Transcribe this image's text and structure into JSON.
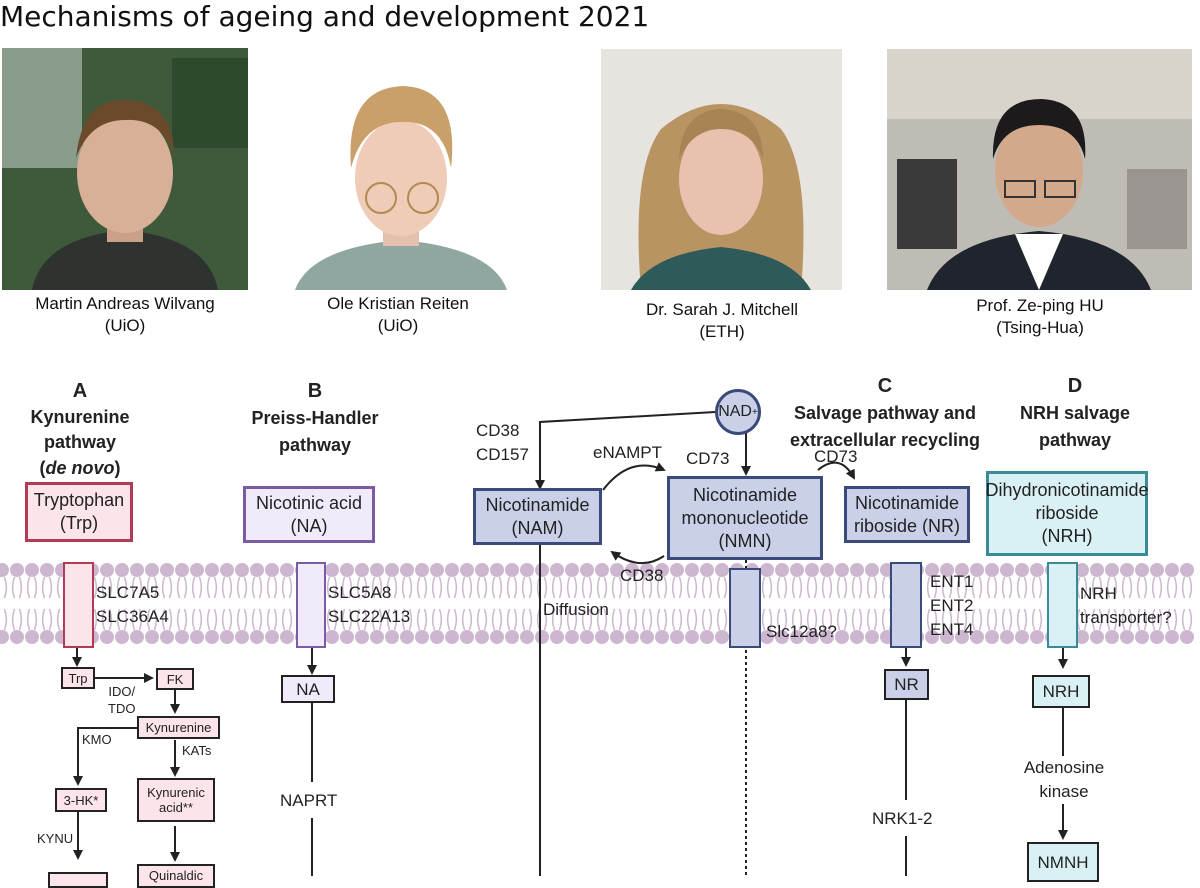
{
  "title": "Mechanisms of ageing and development 2021",
  "people": [
    {
      "name": "Martin Andreas Wilvang",
      "affiliation": "(UiO)"
    },
    {
      "name": "Ole Kristian Reiten",
      "affiliation": "(UiO)"
    },
    {
      "name": "Dr. Sarah J. Mitchell",
      "affiliation": "(ETH)"
    },
    {
      "name": "Prof. Ze-ping HU",
      "affiliation": "(Tsing-Hua)"
    }
  ],
  "panels": {
    "A": {
      "letter": "A",
      "line1": "Kynurenine",
      "line2": "pathway",
      "line3_italic": "de novo",
      "open": "(",
      "close": ")"
    },
    "B": {
      "letter": "B",
      "line1": "Preiss-Handler",
      "line2": "pathway"
    },
    "C": {
      "letter": "C",
      "line1": "Salvage pathway and",
      "line2": "extracellular recycling"
    },
    "D": {
      "letter": "D",
      "line1": "NRH salvage",
      "line2": "pathway"
    }
  },
  "boxes": {
    "tryptophan": [
      "Tryptophan",
      "(Trp)"
    ],
    "nicotinic_acid": [
      "Nicotinic acid",
      "(NA)"
    ],
    "nicotinamide": [
      "Nicotinamide",
      "(NAM)"
    ],
    "nmn": [
      "Nicotinamide",
      "mononucleotide",
      "(NMN)"
    ],
    "nr": [
      "Nicotinamide",
      "riboside (NR)"
    ],
    "nrh": [
      "Dihydronicotinamide",
      "riboside",
      "(NRH)"
    ],
    "nad": "NAD",
    "nad_sup": "+"
  },
  "labels": {
    "cd38_cd157": [
      "CD38",
      "CD157"
    ],
    "enampt": "eNAMPT",
    "cd73_a": "CD73",
    "cd73_b": "CD73",
    "cd38": "CD38",
    "slc_a": [
      "SLC7A5",
      "SLC36A4"
    ],
    "slc_b": [
      "SLC5A8",
      "SLC22A13"
    ],
    "diffusion": "Diffusion",
    "slc12a8": "Slc12a8?",
    "ents": [
      "ENT1",
      "ENT2",
      "ENT4"
    ],
    "nrh_transporter": [
      "NRH",
      "transporter?"
    ],
    "naprt": "NAPRT",
    "nrk": "NRK1-2",
    "adenosine_kinase": [
      "Adenosine",
      "kinase"
    ]
  },
  "small": {
    "trp": "Trp",
    "fk": "FK",
    "ido_tdo": [
      "IDO/",
      "TDO"
    ],
    "kynurenine": "Kynurenine",
    "kmo": "KMO",
    "kats": "KATs",
    "three_hk": "3-HK*",
    "kynurenic": [
      "Kynurenic",
      "acid**"
    ],
    "kynu": "KYNU",
    "quinaldic": "Quinaldic",
    "na": "NA",
    "nr": "NR",
    "nrh": "NRH",
    "nmnh": "NMNH"
  },
  "colors": {
    "kynurenine": "#b23a55",
    "preiss": "#7b5aa6",
    "salvage": "#3a4a7a",
    "nrh": "#3d8a97",
    "membrane": "#cdb6cf"
  }
}
